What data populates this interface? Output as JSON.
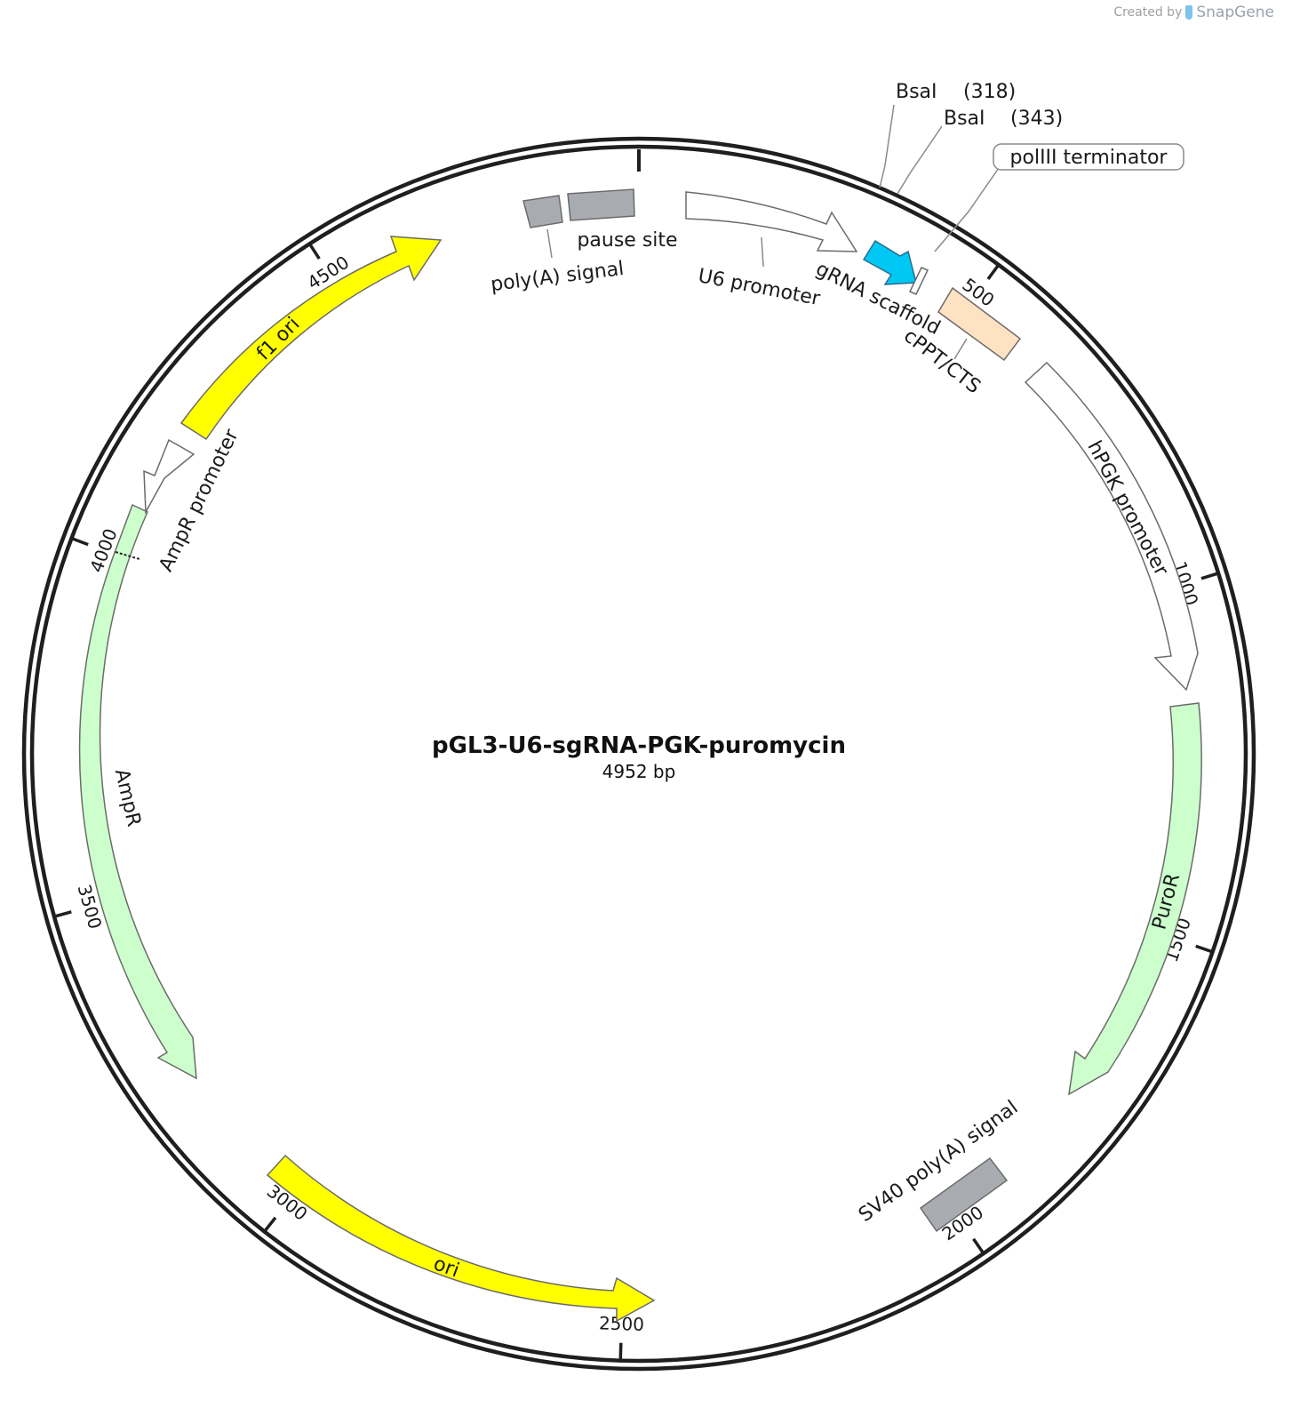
{
  "watermark": {
    "prefix": "Created by",
    "brand": "SnapGene"
  },
  "plasmid": {
    "name": "pGL3-U6-sgRNA-PGK-puromycin",
    "length_label": "4952 bp",
    "length_bp": 4952
  },
  "ticks": [
    {
      "label": "500",
      "pos": 500
    },
    {
      "label": "1000",
      "pos": 1000
    },
    {
      "label": "1500",
      "pos": 1500
    },
    {
      "label": "2000",
      "pos": 2000
    },
    {
      "label": "2500",
      "pos": 2500
    },
    {
      "label": "3000",
      "pos": 3000
    },
    {
      "label": "3500",
      "pos": 3500
    },
    {
      "label": "4000",
      "pos": 4000
    },
    {
      "label": "4500",
      "pos": 4500
    }
  ],
  "sites": [
    {
      "name": "BsaI",
      "pos_label": "(318)",
      "pos": 318
    },
    {
      "name": "BsaI",
      "pos_label": "(343)",
      "pos": 343
    }
  ],
  "features": [
    {
      "id": "polya-signal",
      "label": "poly(A) signal",
      "start": 4828,
      "end": 4876,
      "type": "box",
      "color": "#a8acb1"
    },
    {
      "id": "pause-site",
      "label": "pause site",
      "start": 4880,
      "end": 4952,
      "type": "box",
      "color": "#a8acb1"
    },
    {
      "id": "u6-promoter",
      "label": "U6 promoter",
      "start": 45,
      "end": 286,
      "type": "arrow",
      "color": "#ffffff"
    },
    {
      "id": "grna-scaffold",
      "label": "gRNA scaffold",
      "start": 330,
      "end": 404,
      "type": "arrow",
      "color": "#00c4f5"
    },
    {
      "id": "poliii-terminator",
      "label": "polIII terminator",
      "start": 406,
      "end": 412,
      "type": "box",
      "color": "#ffffff"
    },
    {
      "id": "cppt-cts",
      "label": "cPPT/CTS",
      "start": 440,
      "end": 558,
      "type": "box",
      "color": "#ffe2c2"
    },
    {
      "id": "hpgk-promoter",
      "label": "hPGK promoter",
      "start": 585,
      "end": 1083,
      "type": "arrow",
      "color": "#ffffff"
    },
    {
      "id": "puror",
      "label": "PuroR",
      "start": 1100,
      "end": 1699,
      "type": "arrow",
      "color": "#ccffcc"
    },
    {
      "id": "sv40-polya",
      "label": "SV40 poly(A) signal",
      "start": 1895,
      "end": 2016,
      "type": "box",
      "color": "#a8acb1"
    },
    {
      "id": "ori",
      "label": "ori",
      "start": 2525,
      "end": 3114,
      "type": "arrow-rev",
      "color": "#ffff00"
    },
    {
      "id": "ampr",
      "label": "AmpR",
      "start": 3290,
      "end": 4150,
      "type": "arrow-rev",
      "color": "#ccffcc"
    },
    {
      "id": "ampr-promoter",
      "label": "AmpR promoter",
      "start": 4150,
      "end": 4255,
      "type": "arrow-rev",
      "color": "#ffffff"
    },
    {
      "id": "f1-ori",
      "label": "f1 ori",
      "start": 4295,
      "end": 4750,
      "type": "arrow",
      "color": "#ffff00"
    }
  ]
}
